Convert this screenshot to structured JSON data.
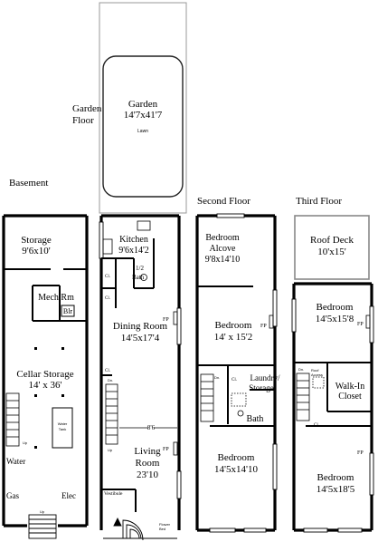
{
  "headings": {
    "basement": "Basement",
    "garden_floor_line1": "Garden",
    "garden_floor_line2": "Floor",
    "second_floor": "Second Floor",
    "third_floor": "Third Floor"
  },
  "garden_area": {
    "name": "Garden",
    "dims": "14'7x41'7",
    "note": "Lawn"
  },
  "basement": {
    "storage_name": "Storage",
    "storage_dims": "9'6x10'",
    "mech_room": "Mech Rm",
    "boiler": "Blr",
    "cellar_name": "Cellar Storage",
    "cellar_dims": "14' x 36'",
    "water_tank_line1": "Water",
    "water_tank_line2": "Tank",
    "up": "Up",
    "water": "Water",
    "gas": "Gas",
    "elec": "Elec"
  },
  "garden_floor": {
    "kitchen_name": "Kitchen",
    "kitchen_dims": "9'6x14'2",
    "half_bath_line1": "1/2",
    "half_bath_line2": "Bath",
    "closet": "Cl.",
    "dining_name": "Dining Room",
    "dining_dims": "14'5x17'4",
    "fireplace": "FP",
    "passage_width": "8'6",
    "living_name": "Living",
    "living_name2": "Room",
    "living_dims": "23'10",
    "vestibule": "Vestibule",
    "up": "Up",
    "down": "Dn.",
    "flower_bed_line1": "Flower",
    "flower_bed_line2": "Bed"
  },
  "second_floor": {
    "alcove_line1": "Bedroom",
    "alcove_line2": "Alcove",
    "alcove_dims": "9'8x14'10",
    "bedroom_front_name": "Bedroom",
    "bedroom_front_dims": "14' x 15'2",
    "fireplace": "FP",
    "laundry_line1": "Laundry/",
    "laundry_line2": "Storage",
    "bath": "Bath",
    "down": "Dn.",
    "closet": "Cl.",
    "bedroom_rear_name": "Bedroom",
    "bedroom_rear_dims": "14'5x14'10"
  },
  "third_floor": {
    "roof_deck_name": "Roof Deck",
    "roof_deck_dims": "10'x15'",
    "bedroom_a_name": "Bedroom",
    "bedroom_a_dims": "14'5x15'8",
    "fireplace": "FP",
    "walkin_line1": "Walk-In",
    "walkin_line2": "Closet",
    "roof_line1": "Roof",
    "roof_line2": "Access",
    "down": "Dn.",
    "closet": "Cl.",
    "bedroom_b_name": "Bedroom",
    "bedroom_b_dims": "14'5x18'5"
  }
}
